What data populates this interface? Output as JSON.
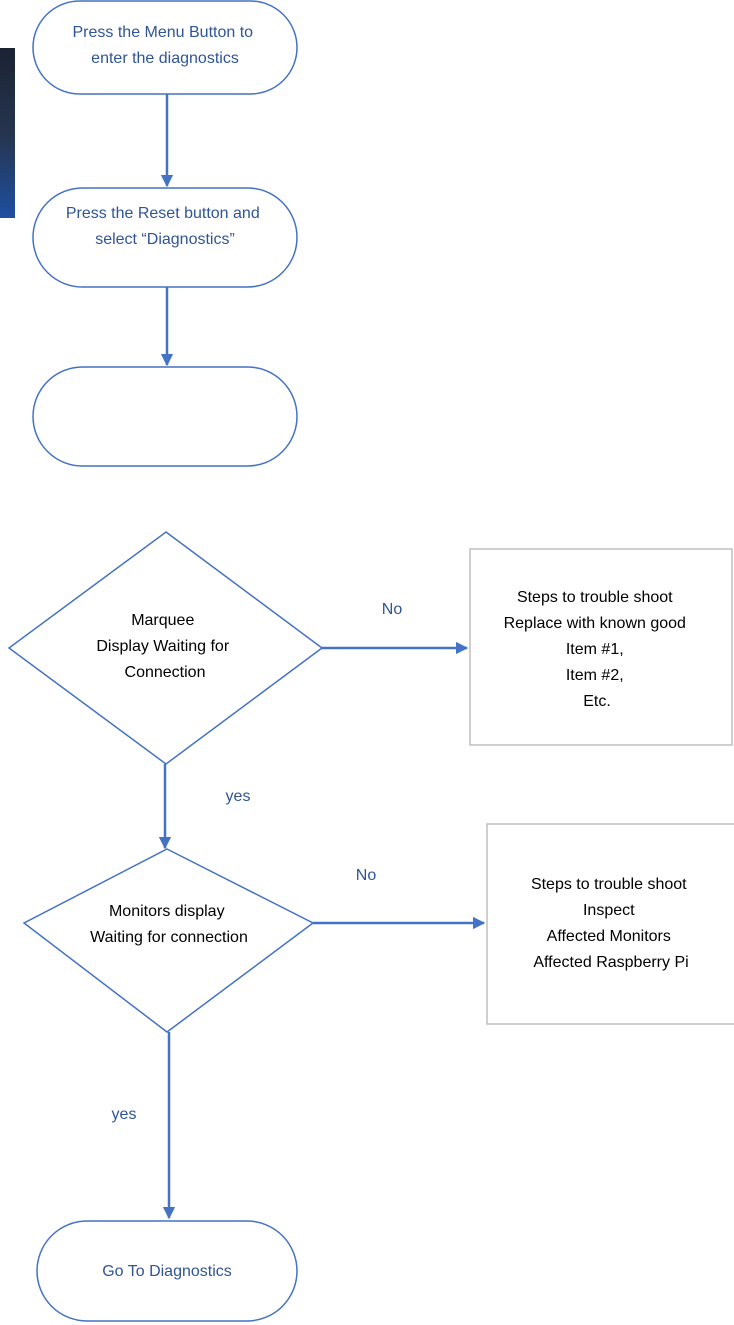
{
  "colors": {
    "shape_stroke": "#4472C4",
    "connector": "#4472C4",
    "link_text": "#2F5597",
    "body_text": "#000000",
    "box_stroke": "#BFBFBF",
    "photo_dark": "#1B2333",
    "photo_blue": "#1F4FA0"
  },
  "terminals": {
    "menu": [
      "Press the Menu Button to",
      "enter the diagnostics"
    ],
    "reset": [
      "Press the Reset button and",
      "select “Diagnostics”"
    ],
    "empty": [],
    "go": [
      "Go To Diagnostics"
    ]
  },
  "decisions": {
    "marquee": [
      "Marquee",
      "Display Waiting for",
      "Connection"
    ],
    "monitors": [
      "Monitors display",
      "Waiting for connection"
    ]
  },
  "boxes": {
    "marquee_fix": [
      "Steps to trouble shoot",
      "Replace with known good",
      "Item #1,",
      "Item #2,",
      "Etc."
    ],
    "monitors_fix": [
      "Steps to trouble shoot",
      "Inspect",
      "Affected Monitors",
      "Affected Raspberry Pi"
    ]
  },
  "edge_labels": {
    "marquee_no": "No",
    "marquee_yes": "yes",
    "monitors_no": "No",
    "monitors_yes": "yes"
  },
  "icons": {
    "photo_strip": "photo-fragment-icon"
  }
}
